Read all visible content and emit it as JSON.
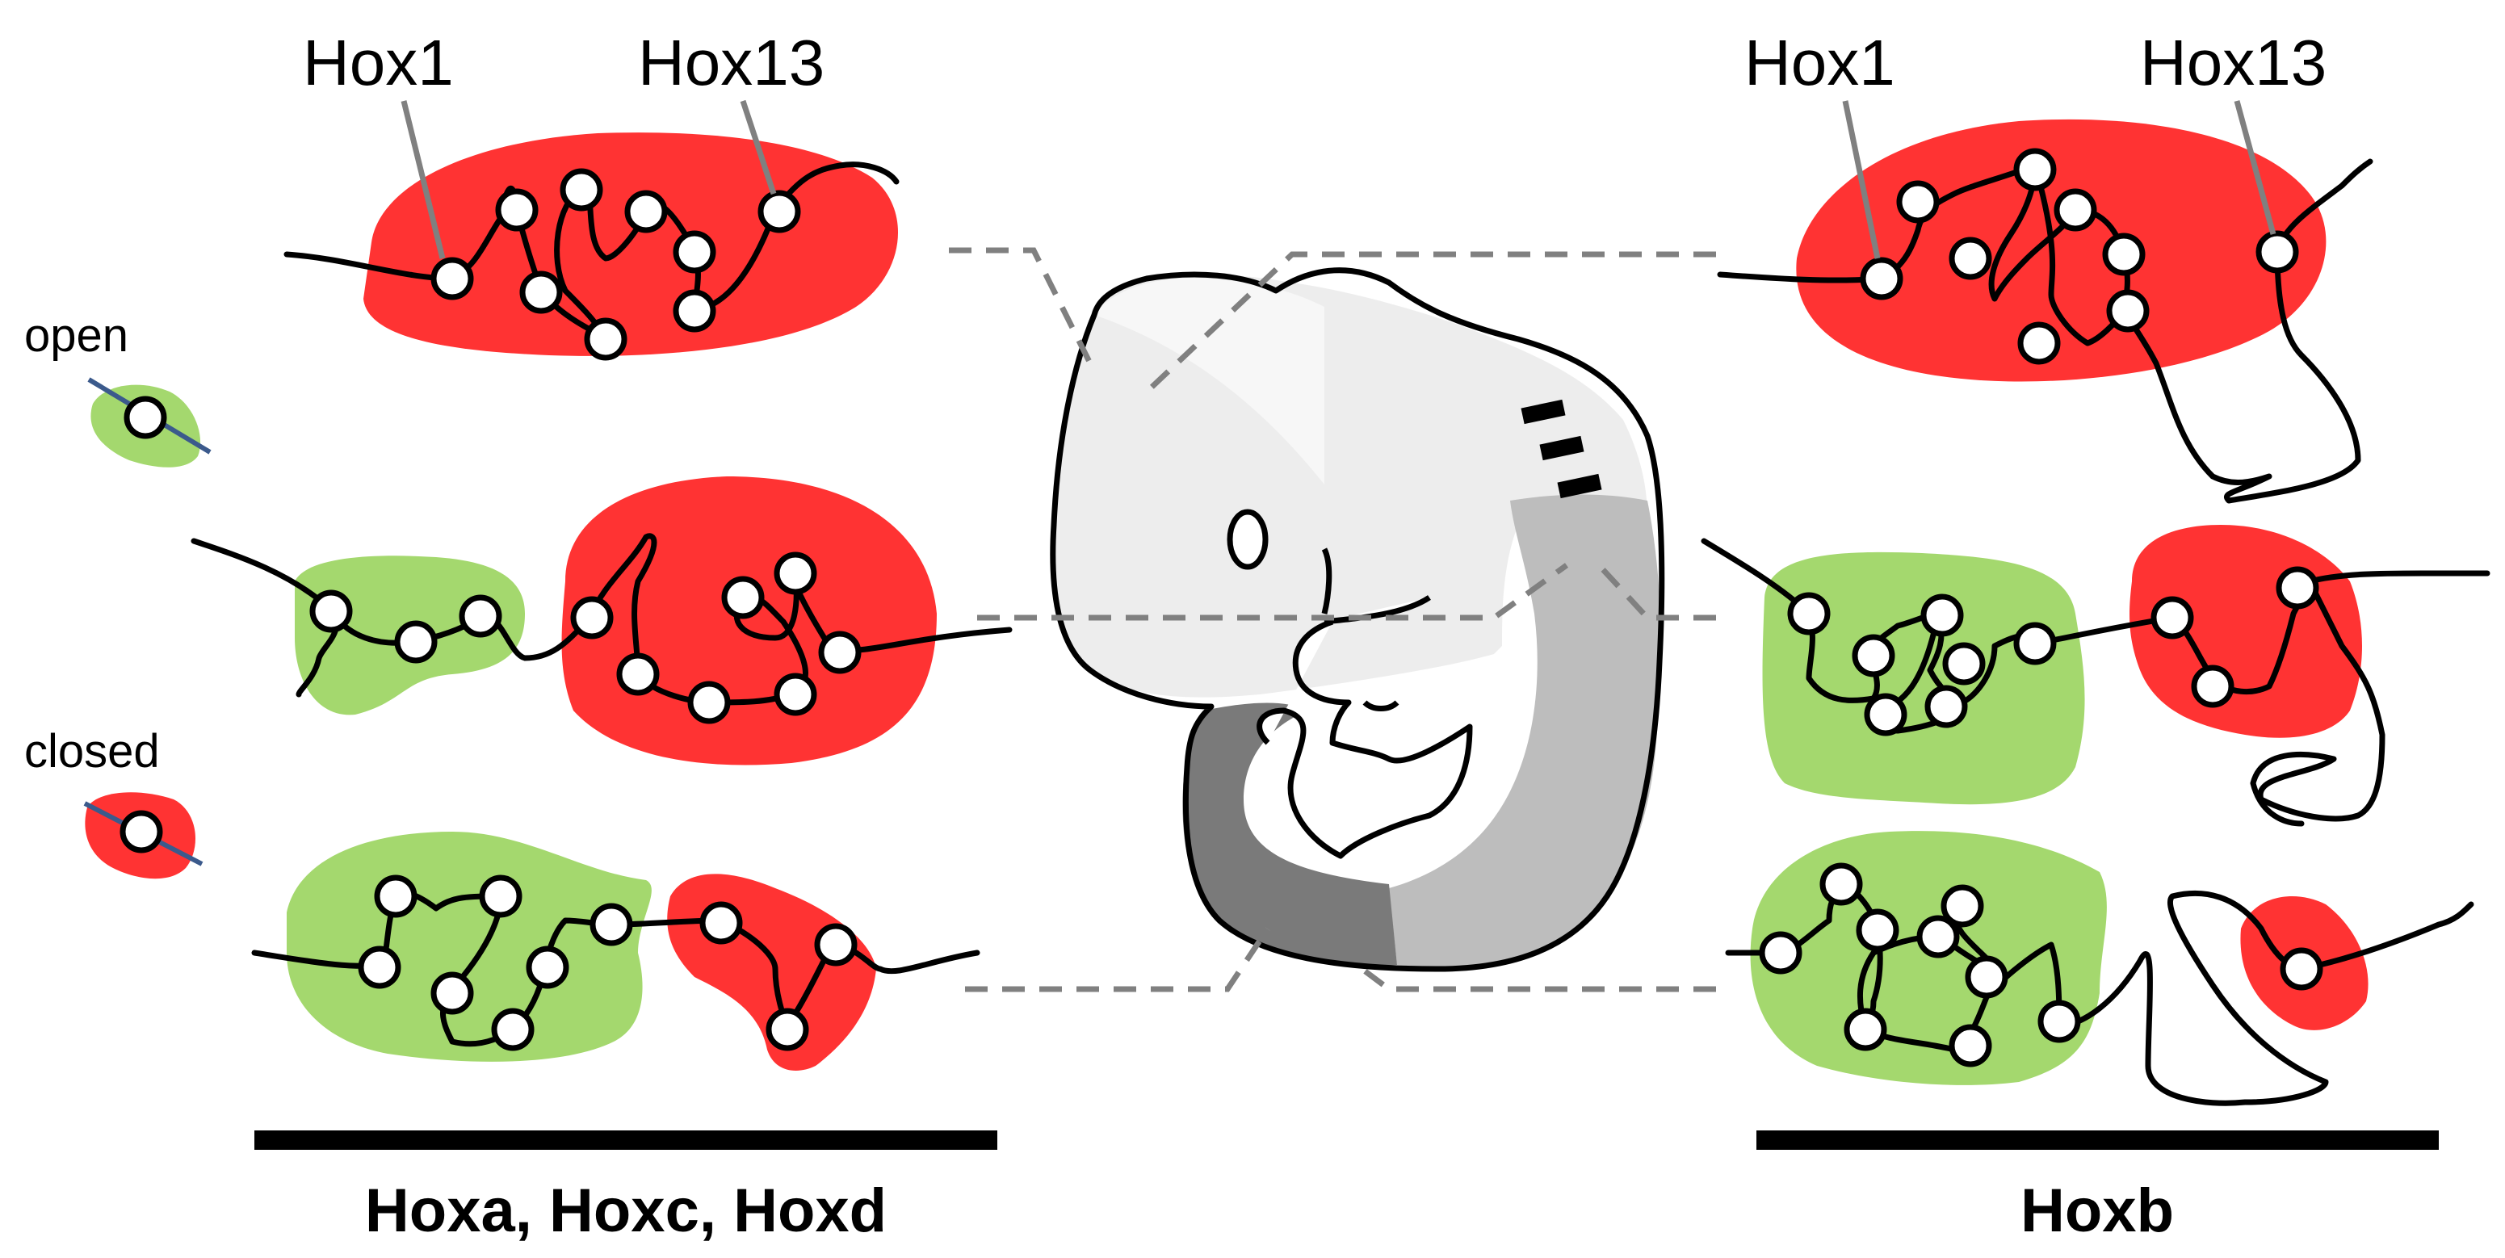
{
  "labels": {
    "left_hox1": "Hox1",
    "left_hox13": "Hox13",
    "right_hox1": "Hox1",
    "right_hox13": "Hox13",
    "legend_open": "open",
    "legend_closed": "closed",
    "left_caption": "Hoxa, Hoxc, Hoxd",
    "right_caption": "Hoxb"
  },
  "colors": {
    "open": "#A4D86E",
    "closed": "#FF3333",
    "chromatin": "#000000",
    "connector": "#808080",
    "legend_strand": "#3B5A8C"
  }
}
